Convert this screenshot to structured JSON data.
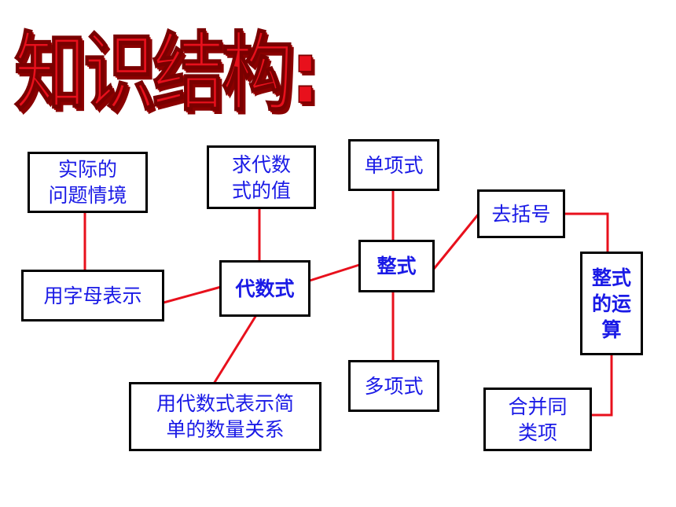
{
  "title": "知识结构:",
  "colors": {
    "title": "#e8101c",
    "node_text": "#1a1ae6",
    "node_border": "#000000",
    "connector": "#e8101c",
    "background": "#ffffff"
  },
  "nodes": {
    "real_problem": "实际的\n问题情境",
    "letters": "用字母表示",
    "evaluate": "求代数\n式的值",
    "algebraic_expression": "代数式",
    "simple_relation": "用代数式表示简\n单的数量关系",
    "monomial": "单项式",
    "polynomial_integral": "整式",
    "polynomial": "多项式",
    "remove_brackets": "去括号",
    "integral_operations": "整式\n的运\n算",
    "combine_like_terms": "合并同\n类项"
  },
  "edges": [
    [
      "real_problem",
      "letters"
    ],
    [
      "letters",
      "algebraic_expression"
    ],
    [
      "evaluate",
      "algebraic_expression"
    ],
    [
      "algebraic_expression",
      "simple_relation"
    ],
    [
      "algebraic_expression",
      "polynomial_integral"
    ],
    [
      "monomial",
      "polynomial_integral"
    ],
    [
      "polynomial_integral",
      "polynomial"
    ],
    [
      "polynomial_integral",
      "remove_brackets"
    ],
    [
      "remove_brackets",
      "integral_operations"
    ],
    [
      "integral_operations",
      "combine_like_terms"
    ]
  ]
}
